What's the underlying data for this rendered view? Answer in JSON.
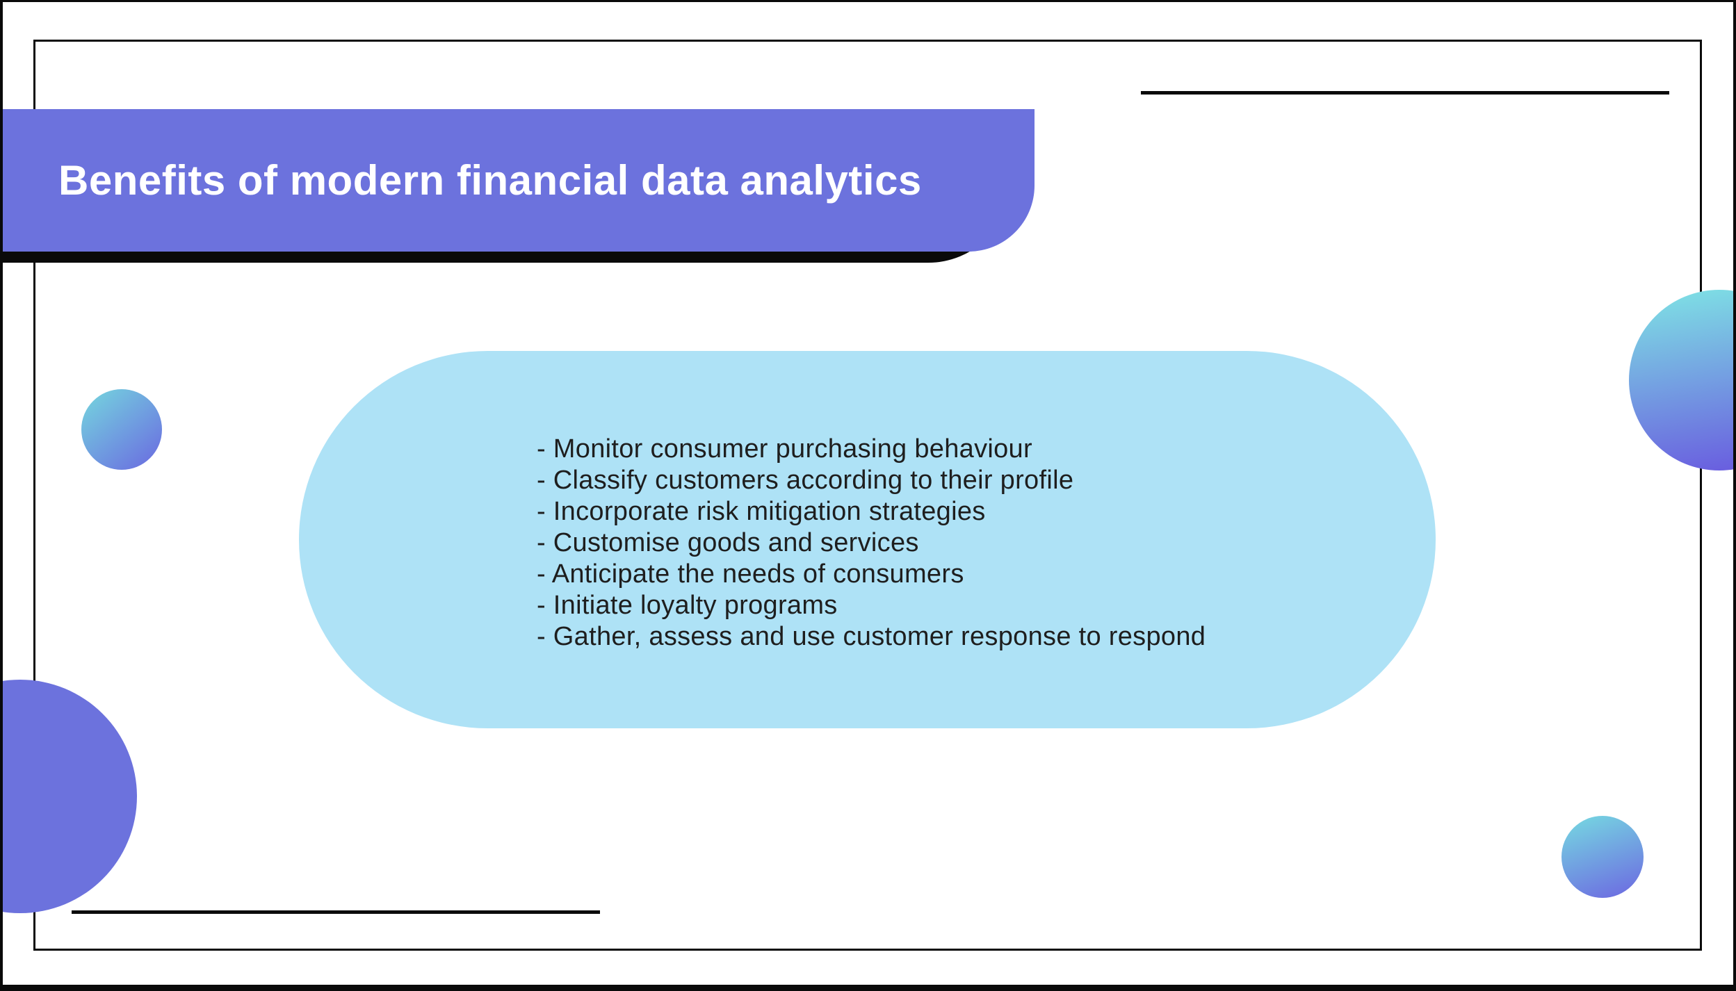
{
  "slide": {
    "title": "Benefits of modern financial data analytics",
    "benefits": [
      "- Monitor consumer purchasing behaviour",
      "- Classify customers according to their profile",
      "- Incorporate risk mitigation strategies",
      "- Customise goods and services",
      "- Anticipate the needs of consumers",
      "- Initiate loyalty programs",
      "- Gather, assess and use customer response to respond"
    ],
    "colors": {
      "banner": "#6C72DD",
      "banner_shadow": "#0A0A0A",
      "panel": "#AEE2F6",
      "list_text": "#1E1E1E",
      "title_text": "#FFFFFF",
      "frame": "#0B0B0B",
      "gradient_cyan": "#75D8DE",
      "gradient_violet": "#6A63E0"
    }
  }
}
